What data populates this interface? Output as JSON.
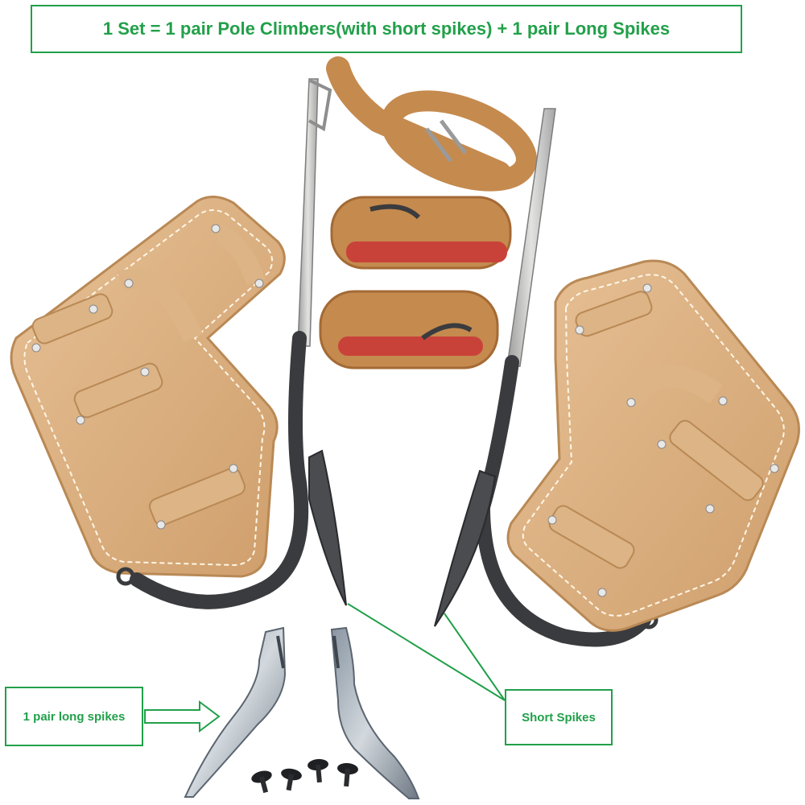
{
  "title": "1 Set = 1 pair Pole Climbers(with short spikes) + 1 pair Long Spikes",
  "labels": {
    "long_spikes": "1 pair long spikes",
    "short_spikes": "Short Spikes"
  },
  "colors": {
    "label_green": "#22a04a",
    "leather": "#d9ae7c",
    "steel": "#bfc0bf",
    "iron": "#3a3b3e",
    "strap": "#c58a4e",
    "strap_red": "#c9423a"
  }
}
